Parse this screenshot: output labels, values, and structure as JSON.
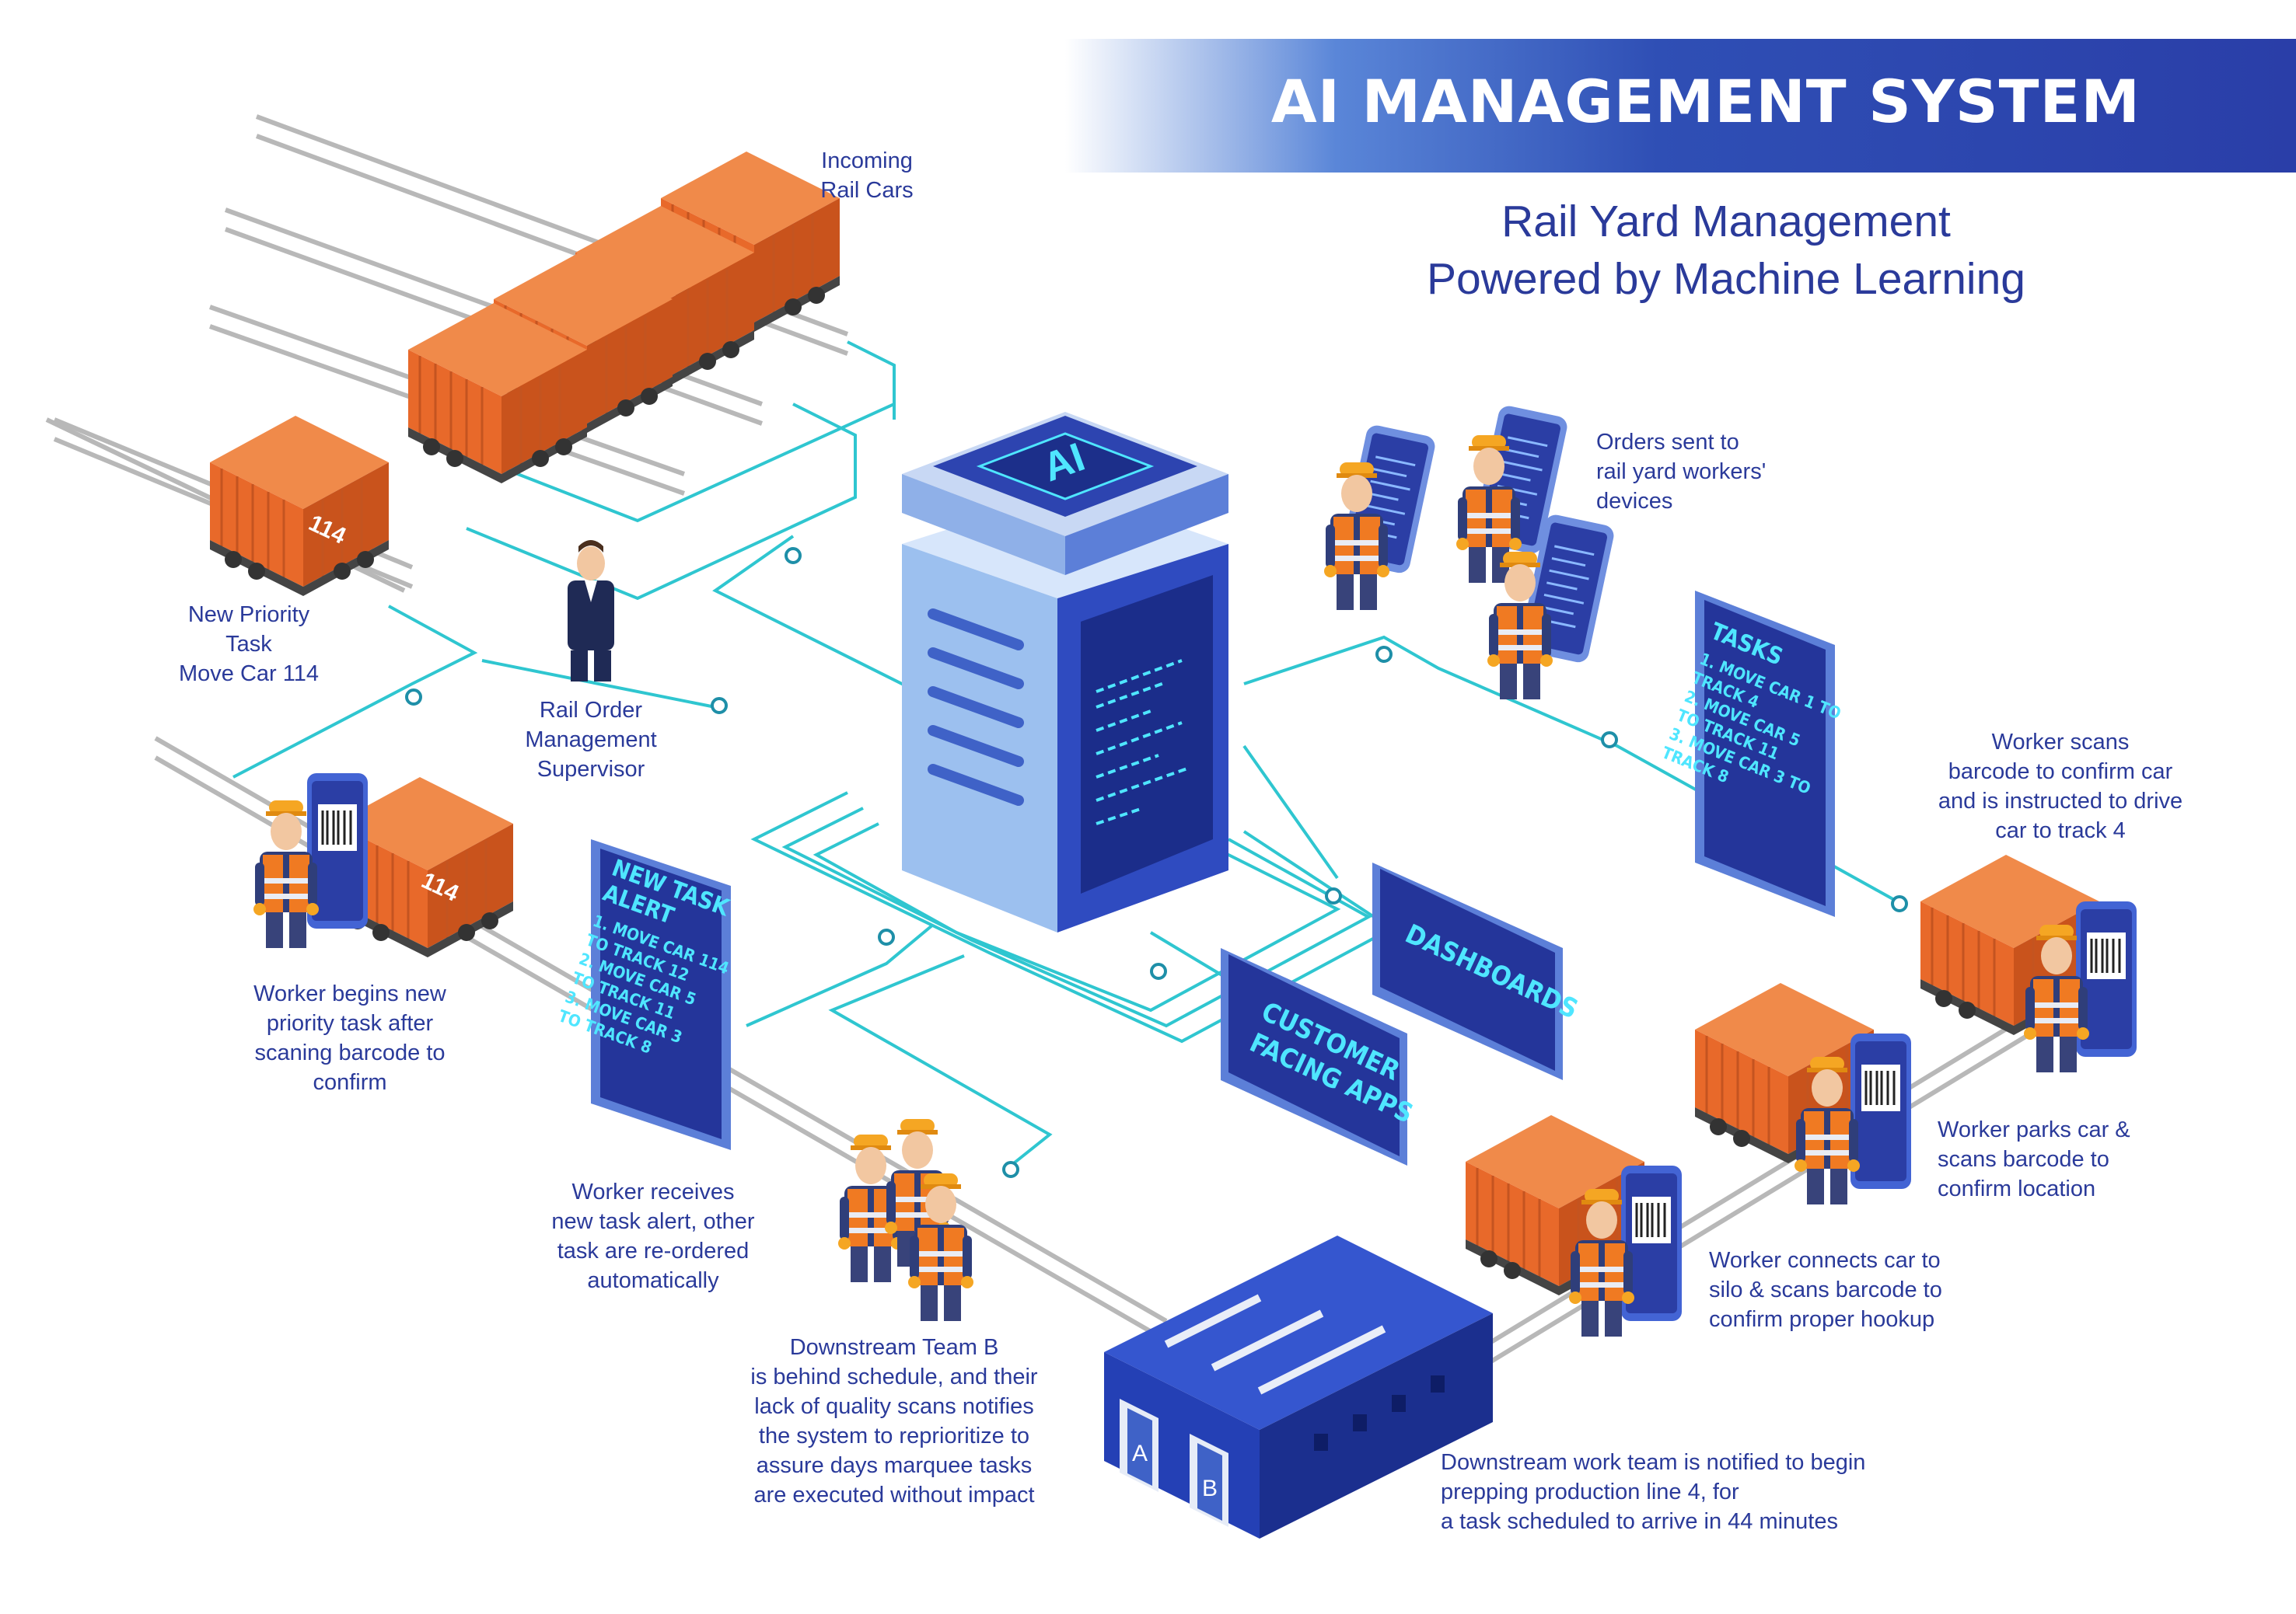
{
  "header": {
    "title": "AI MANAGEMENT SYSTEM",
    "subtitle_line1": "Rail Yard Management",
    "subtitle_line2": "Powered by Machine Learning"
  },
  "server": {
    "chip_label": "AI"
  },
  "labels": {
    "incoming_rail_cars": "Incoming\nRail Cars",
    "new_priority_task": "New Priority\nTask\nMove Car 114",
    "supervisor": "Rail Order\nManagement\nSupervisor",
    "orders_sent": "Orders sent to\nrail yard workers'\ndevices",
    "worker_scans": "Worker scans\nbarcode to confirm car\nand is instructed to drive\ncar to track 4",
    "worker_begins": "Worker begins new\npriority task after\nscaning barcode to\nconfirm",
    "worker_receives": "Worker receives\nnew task alert, other\ntask are re-ordered\nautomatically",
    "downstream_team_b": "Downstream Team B\nis behind schedule, and their\nlack of quality scans notifies\nthe system to reprioritize to\nassure days marquee tasks\nare executed without impact",
    "worker_parks": "Worker parks car &\nscans barcode to\nconfirm location",
    "worker_connects": "Worker connects car to\nsilo & scans barcode to\nconfirm proper hookup",
    "downstream_work_team": "Downstream work team is notified to begin\nprepping production line 4, for\na task scheduled to arrive in 44 minutes"
  },
  "car_number": "114",
  "tasks_screen": {
    "title": "TASKS",
    "lines": [
      "1. MOVE CAR 1 TO",
      "TRACK 4",
      "2. MOVE CAR 5",
      "TO TRACK 11",
      "3. MOVE CAR 3 TO",
      "TRACK 8"
    ]
  },
  "alert_screen": {
    "title1": "NEW TASK",
    "title2": "ALERT",
    "lines": [
      "1. MOVE CAR 114",
      "TO TRACK 12",
      "2. MOVE CAR 5",
      "TO TRACK 11",
      "3. MOVE CAR 3",
      "TO TRACK 8"
    ]
  },
  "panels": {
    "dashboards": "DASHBOARDS",
    "customer1": "CUSTOMER",
    "customer2": "FACING APPS"
  },
  "warehouse": {
    "door_a": "A",
    "door_b": "B"
  },
  "colors": {
    "title_blue": "#2a3a9a",
    "banner_blue": "#2a3ea8",
    "connector_teal": "#2fc6d0",
    "railcar_orange": "#e8692a",
    "screen_navy": "#24359a",
    "screen_text": "#4fe6ff",
    "vest_orange": "#f07a22"
  }
}
